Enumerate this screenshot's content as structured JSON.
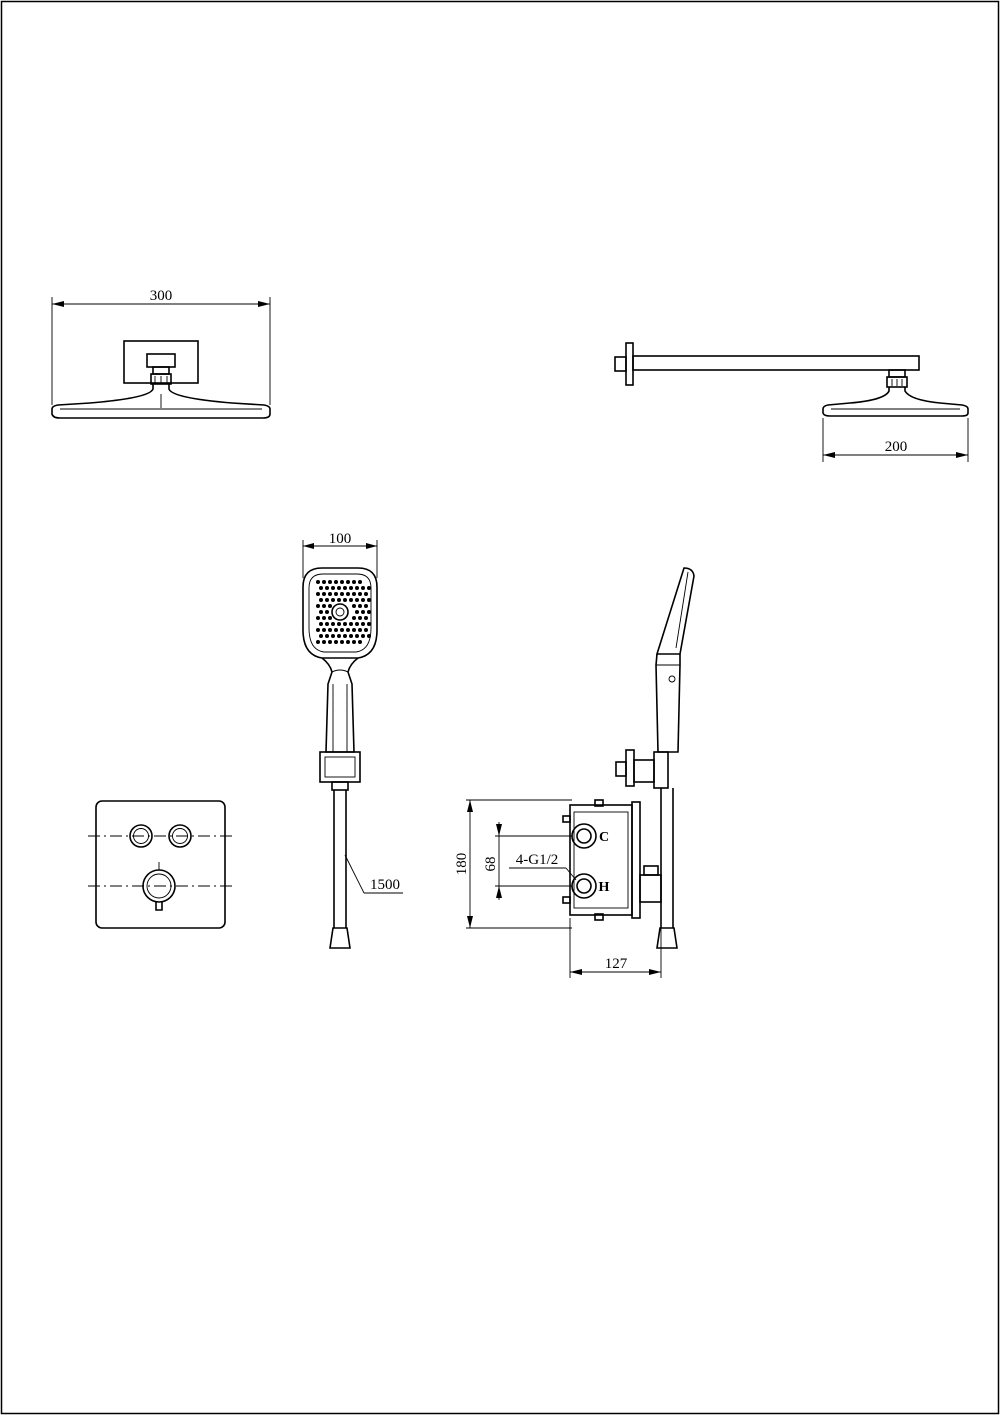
{
  "dimensions": {
    "overhead_width": "300",
    "arm_depth": "200",
    "hand_shower_width": "100",
    "hose_length": "1500",
    "valve_height": "180",
    "inlet_spacing": "68",
    "connections": "4-G1/2",
    "valve_depth": "127"
  }
}
